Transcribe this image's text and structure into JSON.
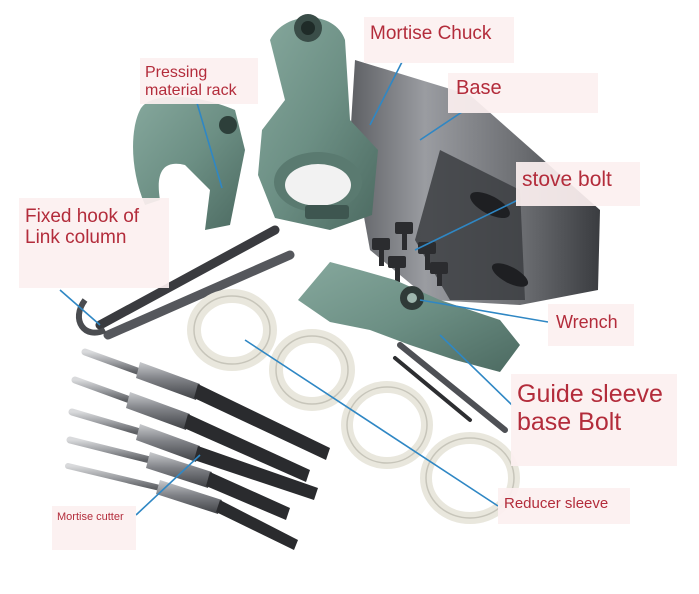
{
  "labels": {
    "mortise_chuck": "Mortise Chuck",
    "pressing_material_rack": "Pressing material rack",
    "base": "Base",
    "stove_bolt": "stove bolt",
    "fixed_hook": "Fixed hook of Link column",
    "wrench": "Wrench",
    "guide_sleeve": "Guide sleeve base Bolt",
    "reducer_sleeve": "Reducer sleeve",
    "mortise_cutter": "Mortise cutter"
  },
  "colors": {
    "label_text": "#b32c3b",
    "leader_line": "#2f87c4",
    "cast_iron_green": "#6c8f84",
    "steel": "#8a8c91",
    "ring_white": "#e9e7dd"
  }
}
